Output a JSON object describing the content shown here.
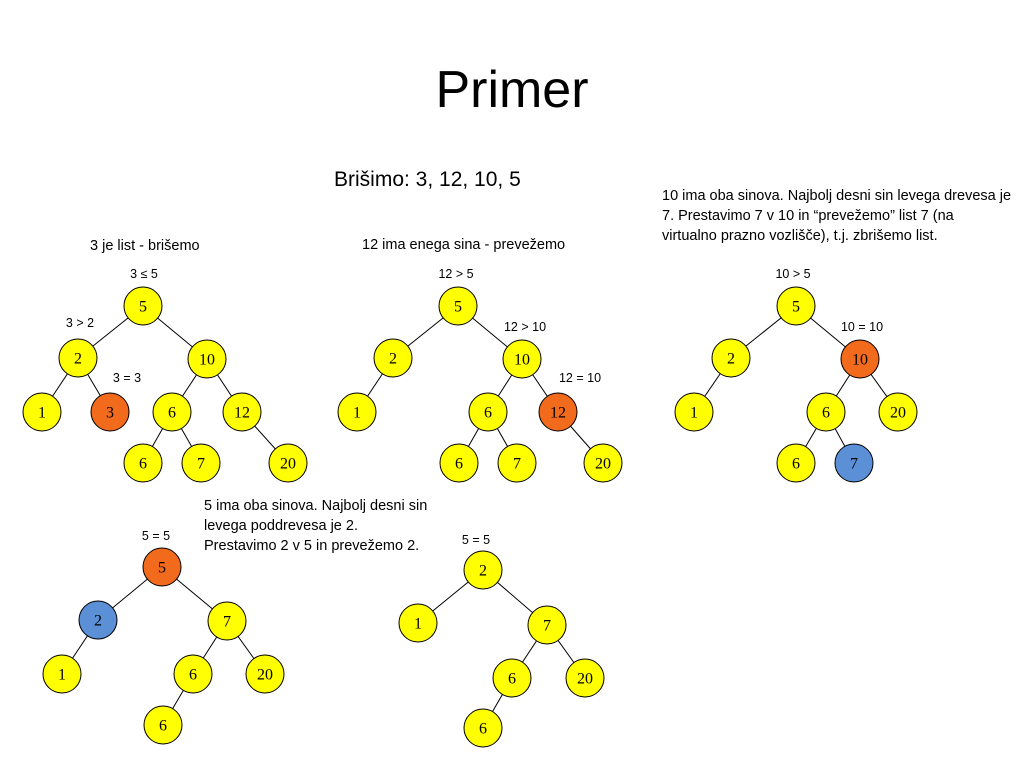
{
  "slide": {
    "title": "Primer",
    "subtitle": "Brišimo: 3, 12, 10, 5"
  },
  "notes": {
    "top": "10 ima oba sinova. Najbolj desni sin levega drevesa je 7. Prestavimo 7 v 10 in “prevežemo” list 7 (na virtualno prazno vozlišče), t.j. zbrišemo list.",
    "bottom": "5 ima oba sinova. Najbolj desni sin levega poddrevesa je 2. Prestavimo 2 v 5 in prevežemo 2."
  },
  "labels": {
    "tree1": "3 je list - brišemo",
    "tree2": "12 ima enega sina - prevežemo"
  },
  "colors": {
    "default": "#ffff00",
    "deleted": "#f26a1b",
    "replacement": "#5b8fd6"
  },
  "trees": [
    {
      "id": "tree1",
      "nodes": [
        {
          "id": "a",
          "value": "5",
          "state": "default"
        },
        {
          "id": "b",
          "value": "2",
          "state": "default"
        },
        {
          "id": "c",
          "value": "10",
          "state": "default"
        },
        {
          "id": "d",
          "value": "1",
          "state": "default"
        },
        {
          "id": "e",
          "value": "3",
          "state": "deleted"
        },
        {
          "id": "f",
          "value": "6",
          "state": "default"
        },
        {
          "id": "g",
          "value": "12",
          "state": "default"
        },
        {
          "id": "h",
          "value": "6",
          "state": "default"
        },
        {
          "id": "i",
          "value": "7",
          "state": "default"
        },
        {
          "id": "j",
          "value": "20",
          "state": "default"
        }
      ],
      "edges": [
        [
          "a",
          "b"
        ],
        [
          "a",
          "c"
        ],
        [
          "b",
          "d"
        ],
        [
          "b",
          "e"
        ],
        [
          "c",
          "f"
        ],
        [
          "c",
          "g"
        ],
        [
          "f",
          "h"
        ],
        [
          "f",
          "i"
        ],
        [
          "g",
          "j"
        ]
      ],
      "comparisons": [
        "3 ≤ 5",
        "3 > 2",
        "3 = 3"
      ]
    },
    {
      "id": "tree2",
      "nodes": [
        {
          "id": "a",
          "value": "5",
          "state": "default"
        },
        {
          "id": "b",
          "value": "2",
          "state": "default"
        },
        {
          "id": "c",
          "value": "10",
          "state": "default"
        },
        {
          "id": "d",
          "value": "1",
          "state": "default"
        },
        {
          "id": "f",
          "value": "6",
          "state": "default"
        },
        {
          "id": "g",
          "value": "12",
          "state": "deleted"
        },
        {
          "id": "h",
          "value": "6",
          "state": "default"
        },
        {
          "id": "i",
          "value": "7",
          "state": "default"
        },
        {
          "id": "j",
          "value": "20",
          "state": "default"
        }
      ],
      "edges": [
        [
          "a",
          "b"
        ],
        [
          "a",
          "c"
        ],
        [
          "b",
          "d"
        ],
        [
          "c",
          "f"
        ],
        [
          "c",
          "g"
        ],
        [
          "f",
          "h"
        ],
        [
          "f",
          "i"
        ],
        [
          "g",
          "j"
        ]
      ],
      "comparisons": [
        "12 > 5",
        "12 > 10",
        "12 = 10"
      ]
    },
    {
      "id": "tree3",
      "nodes": [
        {
          "id": "a",
          "value": "5",
          "state": "default"
        },
        {
          "id": "b",
          "value": "2",
          "state": "default"
        },
        {
          "id": "c",
          "value": "10",
          "state": "deleted"
        },
        {
          "id": "d",
          "value": "1",
          "state": "default"
        },
        {
          "id": "f",
          "value": "6",
          "state": "default"
        },
        {
          "id": "g",
          "value": "20",
          "state": "default"
        },
        {
          "id": "h",
          "value": "6",
          "state": "default"
        },
        {
          "id": "i",
          "value": "7",
          "state": "replacement"
        }
      ],
      "edges": [
        [
          "a",
          "b"
        ],
        [
          "a",
          "c"
        ],
        [
          "b",
          "d"
        ],
        [
          "c",
          "f"
        ],
        [
          "c",
          "g"
        ],
        [
          "f",
          "h"
        ],
        [
          "f",
          "i"
        ]
      ],
      "comparisons": [
        "10 > 5",
        "10 = 10"
      ]
    },
    {
      "id": "tree4",
      "nodes": [
        {
          "id": "a",
          "value": "5",
          "state": "deleted"
        },
        {
          "id": "b",
          "value": "2",
          "state": "replacement"
        },
        {
          "id": "c",
          "value": "7",
          "state": "default"
        },
        {
          "id": "d",
          "value": "1",
          "state": "default"
        },
        {
          "id": "f",
          "value": "6",
          "state": "default"
        },
        {
          "id": "g",
          "value": "20",
          "state": "default"
        },
        {
          "id": "h",
          "value": "6",
          "state": "default"
        }
      ],
      "edges": [
        [
          "a",
          "b"
        ],
        [
          "a",
          "c"
        ],
        [
          "b",
          "d"
        ],
        [
          "c",
          "f"
        ],
        [
          "c",
          "g"
        ],
        [
          "f",
          "h"
        ]
      ],
      "comparisons": [
        "5 = 5"
      ]
    },
    {
      "id": "tree5",
      "nodes": [
        {
          "id": "a",
          "value": "2",
          "state": "default"
        },
        {
          "id": "b",
          "value": "1",
          "state": "default"
        },
        {
          "id": "c",
          "value": "7",
          "state": "default"
        },
        {
          "id": "f",
          "value": "6",
          "state": "default"
        },
        {
          "id": "g",
          "value": "20",
          "state": "default"
        },
        {
          "id": "h",
          "value": "6",
          "state": "default"
        }
      ],
      "edges": [
        [
          "a",
          "b"
        ],
        [
          "a",
          "c"
        ],
        [
          "c",
          "f"
        ],
        [
          "c",
          "g"
        ],
        [
          "f",
          "h"
        ]
      ],
      "comparisons": [
        "5 = 5"
      ]
    }
  ]
}
